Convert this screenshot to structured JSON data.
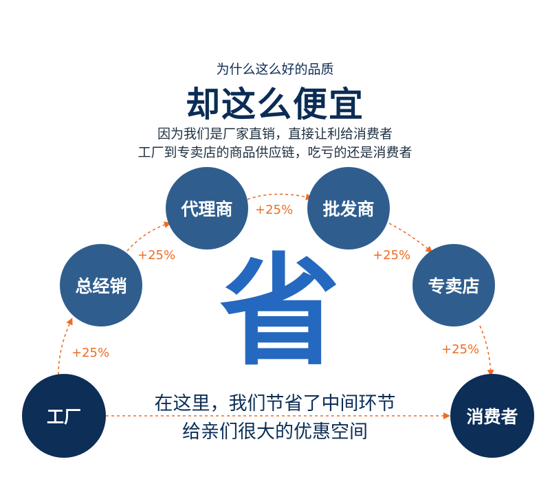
{
  "header": {
    "subtitle": "为什么这么好的品质",
    "title": "却这么便宜",
    "desc_line1": "因为我们是厂家直销，直接让利给消费者",
    "desc_line2": "工厂到专卖店的商品供应链，吃亏的还是消费者"
  },
  "nodes": {
    "factory": "工厂",
    "general_distributor": "总经销",
    "agent": "代理商",
    "wholesaler": "批发商",
    "store": "专卖店",
    "consumer": "消费者"
  },
  "markups": {
    "factory_to_distributor": "+25%",
    "distributor_to_agent": "+25%",
    "agent_to_wholesaler": "+25%",
    "wholesaler_to_store": "+25%",
    "store_to_consumer": "+25%"
  },
  "center_char": "省",
  "bottom": {
    "line1": "在这里，我们节省了中间环节",
    "line2": "给亲们很大的优惠空间"
  },
  "colors": {
    "arrow": "#ef6b22",
    "node_mid": "#2f5e8e",
    "node_end": "#0c2e57",
    "center_char": "#2568bf"
  }
}
